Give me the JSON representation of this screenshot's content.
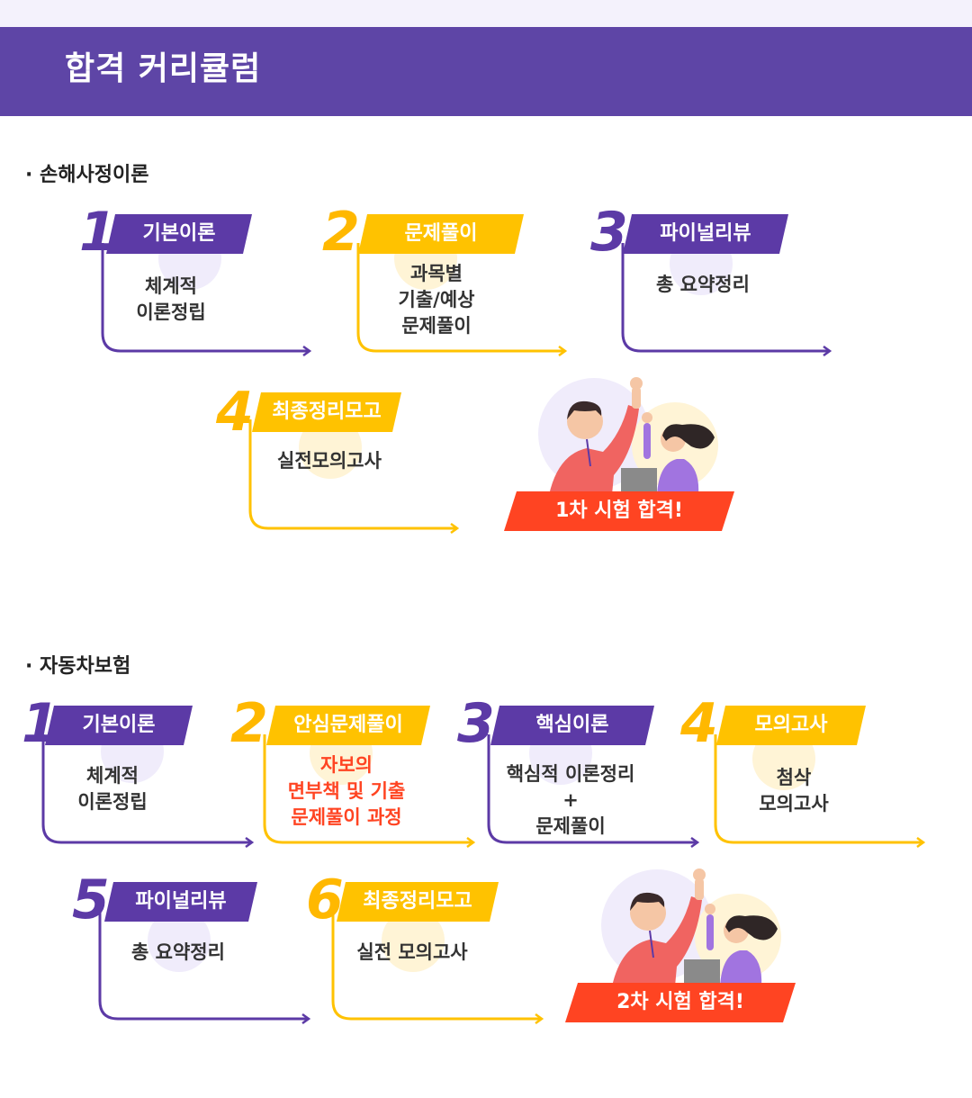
{
  "header": {
    "title": "합격 커리큘럼"
  },
  "section1": {
    "title": "· 손해사정이론",
    "steps": [
      {
        "num": "1",
        "label": "기본이론",
        "lines": [
          "체계적",
          "이론정립"
        ]
      },
      {
        "num": "2",
        "label": "문제풀이",
        "lines": [
          "과목별",
          "기출/예상",
          "문제풀이"
        ]
      },
      {
        "num": "3",
        "label": "파이널리뷰",
        "lines": [
          "총 요약정리"
        ]
      },
      {
        "num": "4",
        "label": "최종정리모고",
        "lines": [
          "실전모의고사"
        ]
      }
    ],
    "result": "1차 시험 합격!"
  },
  "section2": {
    "title": "· 자동차보험",
    "steps": [
      {
        "num": "1",
        "label": "기본이론",
        "lines": [
          "체계적",
          "이론정립"
        ]
      },
      {
        "num": "2",
        "label": "안심문제풀이",
        "lines": [
          "자보의",
          "면부책 및 기출",
          "문제풀이 과정"
        ]
      },
      {
        "num": "3",
        "label": "핵심이론",
        "lines": [
          "핵심적 이론정리",
          "+",
          "문제풀이"
        ]
      },
      {
        "num": "4",
        "label": "모의고사",
        "lines": [
          "첨삭",
          "모의고사"
        ]
      },
      {
        "num": "5",
        "label": "파이널리뷰",
        "lines": [
          "총 요약정리"
        ]
      },
      {
        "num": "6",
        "label": "최종정리모고",
        "lines": [
          "실전 모의고사"
        ]
      }
    ],
    "result": "2차 시험 합격!"
  },
  "colors": {
    "purple": "#5c3aa6",
    "yellow": "#ffc200",
    "red": "#ff4422",
    "banner": "#5e45a6"
  }
}
